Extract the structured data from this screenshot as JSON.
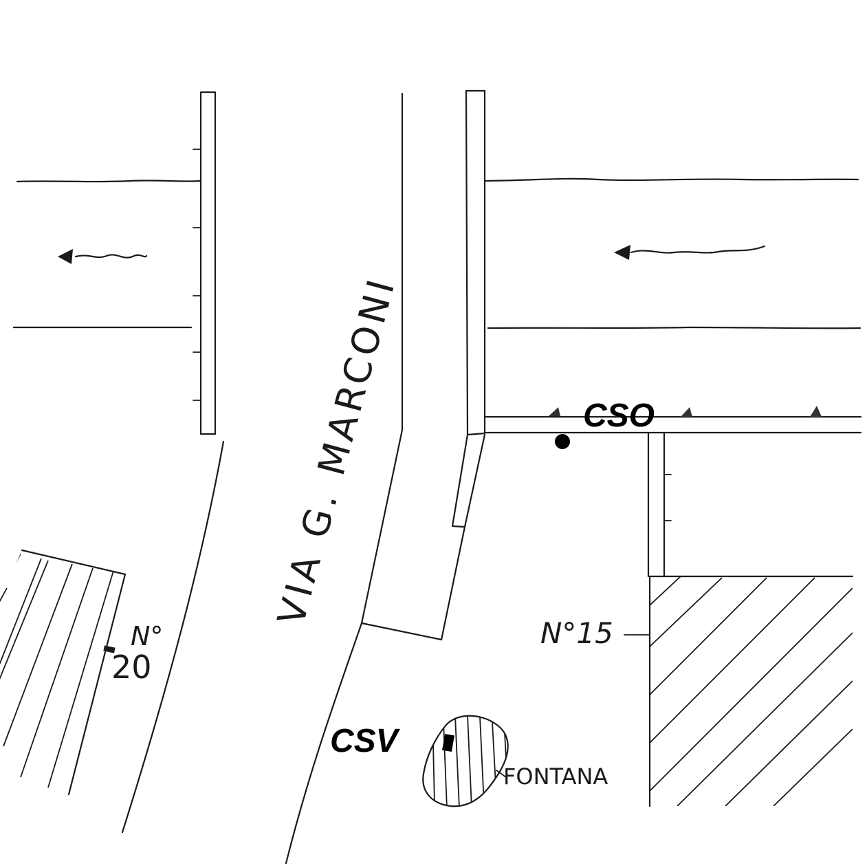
{
  "labels": {
    "street_name": "VIA G. MARCONI",
    "cso": "CSO",
    "csv": "CSV",
    "fontana": "FONTANA",
    "number_15": "N°15",
    "number_20_prefix": "N°",
    "number_20_value": "20"
  },
  "icons": {
    "flow_arrow": "flow-direction-arrow",
    "cso_marker": "filled-dot",
    "csv_marker": "square-marker"
  },
  "colors": {
    "ink": "#1a1a1a",
    "background": "#ffffff"
  }
}
